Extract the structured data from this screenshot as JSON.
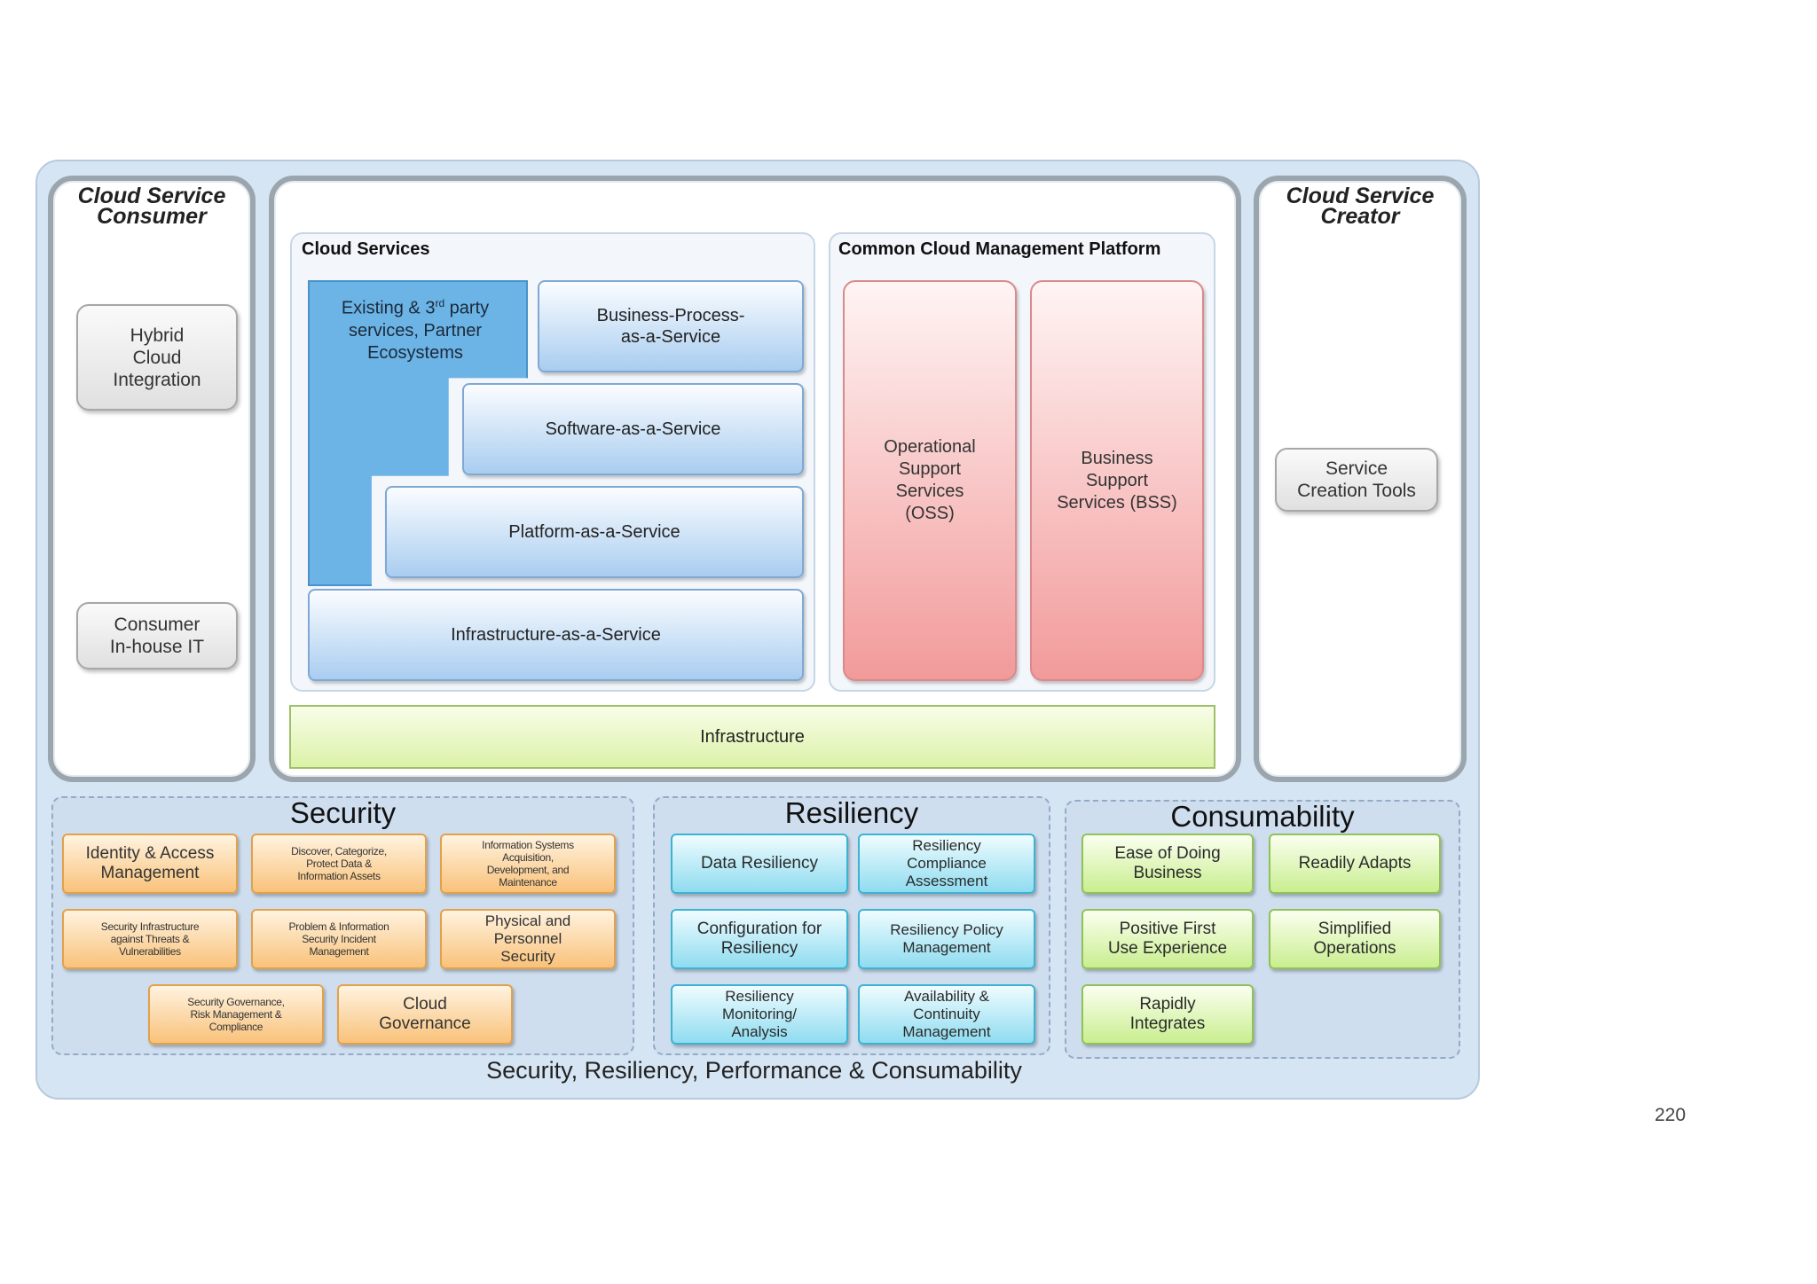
{
  "consumer": {
    "title": "Cloud Service\nConsumer",
    "hybrid": "Hybrid\nCloud\nIntegration",
    "inhouse": "Consumer\nIn-house IT"
  },
  "creator": {
    "title": "Cloud Service\nCreator",
    "tools": "Service\nCreation Tools"
  },
  "cloud_services": {
    "title": "Cloud Services",
    "existing": "Existing & 3rd party\nservices, Partner\nEcosystems",
    "bpaas": "Business-Process-\nas-a-Service",
    "saas": "Software-as-a-Service",
    "paas": "Platform-as-a-Service",
    "iaas": "Infrastructure-as-a-Service"
  },
  "cmp": {
    "title": "Common Cloud Management Platform",
    "oss": "Operational\nSupport\nServices\n(OSS)",
    "bss": "Business\nSupport\nServices (BSS)"
  },
  "infrastructure": "Infrastructure",
  "security": {
    "title": "Security",
    "items": [
      "Identity & Access\nManagement",
      "Discover, Categorize,\nProtect Data &\nInformation Assets",
      "Information Systems\nAcquisition,\nDevelopment, and\nMaintenance",
      "Security Infrastructure\nagainst Threats &\nVulnerabilities",
      "Problem & Information\nSecurity Incident\nManagement",
      "Physical and\nPersonnel\nSecurity",
      "Security Governance,\nRisk Management &\nCompliance",
      "Cloud\nGovernance"
    ]
  },
  "resiliency": {
    "title": "Resiliency",
    "items": [
      "Data Resiliency",
      "Resiliency\nCompliance\nAssessment",
      "Configuration for\nResiliency",
      "Resiliency Policy\nManagement",
      "Resiliency\nMonitoring/\nAnalysis",
      "Availability &\nContinuity\nManagement"
    ]
  },
  "consumability": {
    "title": "Consumability",
    "items": [
      "Ease of Doing\nBusiness",
      "Readily Adapts",
      "Positive First\nUse Experience",
      "Simplified\nOperations",
      "Rapidly\nIntegrates"
    ]
  },
  "footer": "Security, Resiliency, Performance & Consumability",
  "page_number": "220"
}
